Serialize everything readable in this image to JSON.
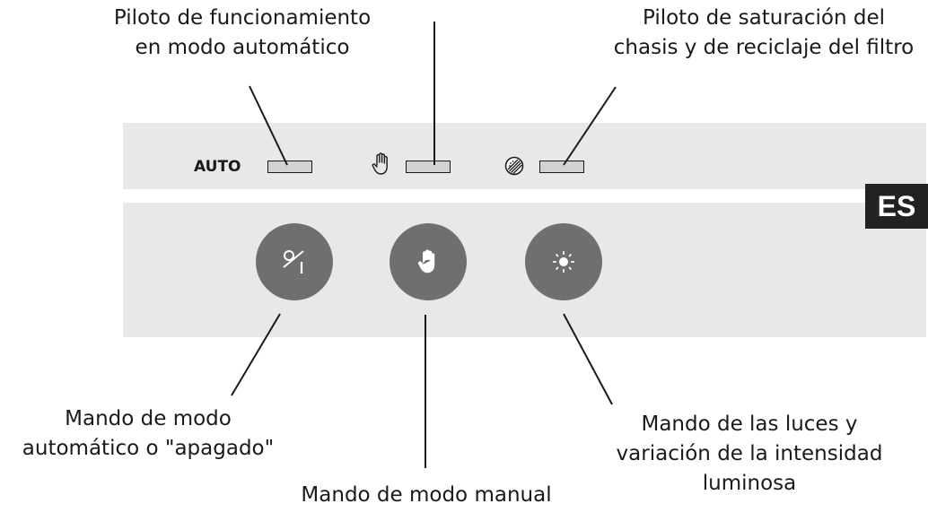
{
  "captions": {
    "auto_pilot": "Piloto de funcionamiento\nen modo automático",
    "saturation_pilot": "Piloto de saturación del\nchasis y de reciclaje del filtro",
    "auto_command": "Mando de modo\nautomático o \"apagado\"",
    "manual_command": "Mando de modo manual",
    "lights_command": "Mando de las luces y\nvariación de la intensidad\nluminosa"
  },
  "panel": {
    "auto_label": "AUTO"
  },
  "language_badge": "ES",
  "colors": {
    "panel": "#e8e8e8",
    "button": "#6f6f6f",
    "indicator": "#d2d2d2",
    "badge": "#222222"
  },
  "icons": {
    "manual_indicator": "hand-icon",
    "saturation_indicator": "filter-saturation-icon",
    "auto_button": "on-off-icon",
    "manual_button": "hand-icon",
    "lights_button": "light-icon"
  }
}
